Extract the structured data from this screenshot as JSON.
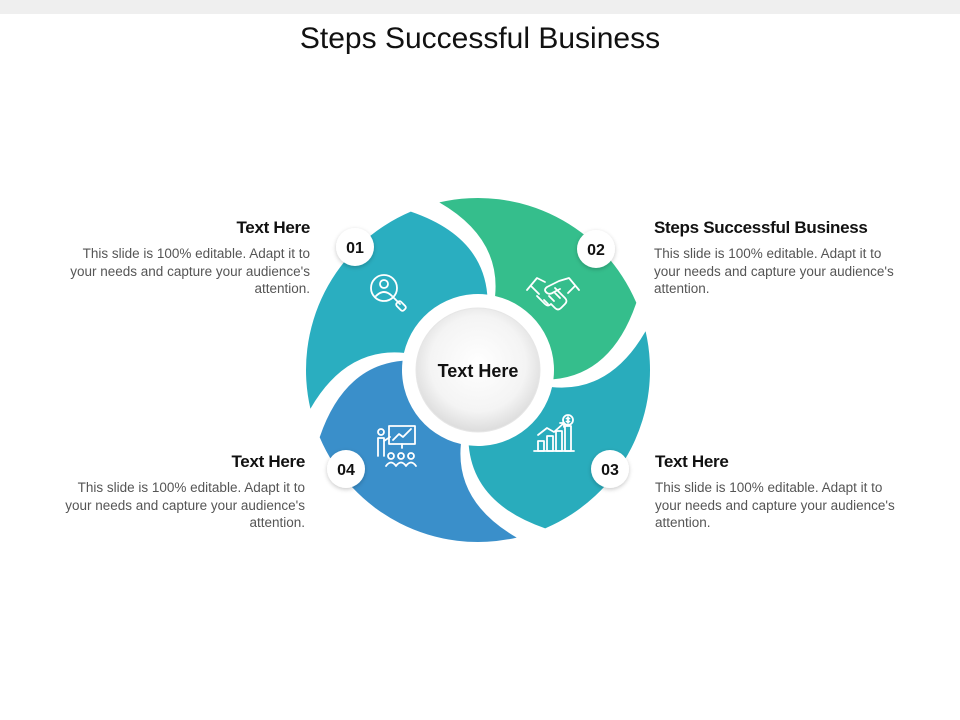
{
  "title": "Steps Successful Business",
  "center_label": "Text Here",
  "colors": {
    "segment_1": "#2aaec0",
    "segment_2": "#35be8c",
    "segment_3": "#29acbc",
    "segment_4": "#3a8fca",
    "badge_text": "#111111"
  },
  "steps": [
    {
      "number": "01",
      "heading": "Text Here",
      "body": "This slide is 100% editable. Adapt it to your needs and capture your audience's attention.",
      "icon": "user-search-icon"
    },
    {
      "number": "02",
      "heading": "Steps Successful Business",
      "body": "This slide is 100% editable. Adapt it to your needs and capture your audience's attention.",
      "icon": "handshake-icon"
    },
    {
      "number": "03",
      "heading": "Text Here",
      "body": "This slide is 100% editable. Adapt it to your needs and capture your audience's attention.",
      "icon": "growth-chart-icon"
    },
    {
      "number": "04",
      "heading": "Text Here",
      "body": "This slide is 100% editable. Adapt it to your needs and capture your audience's attention.",
      "icon": "presentation-icon"
    }
  ]
}
